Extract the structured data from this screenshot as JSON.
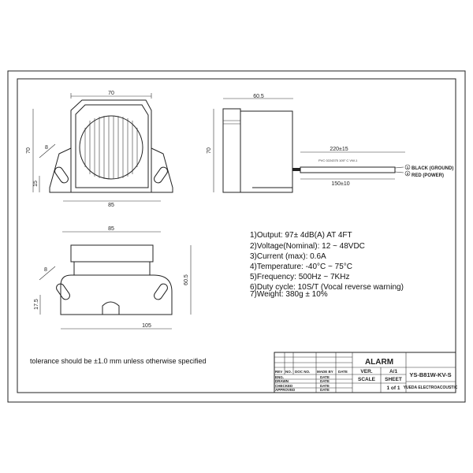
{
  "dimensions": {
    "front_width": "70",
    "front_height": "70",
    "slot_width": "8",
    "slot_offset": "15",
    "front_mount_spacing": "85",
    "side_depth": "60.5",
    "side_height": "70",
    "wire_total_length": "220±15",
    "wire_sheath_length": "150±10",
    "wire_label": "PVC 0224375 105° C VW-1",
    "bottom_mount_spacing": "85",
    "bottom_height": "60.5",
    "bottom_slot_width": "8",
    "bottom_slot_offset": "17.5",
    "bottom_width": "105"
  },
  "wires": [
    {
      "num": "1",
      "label": "BLACK (GROUND)"
    },
    {
      "num": "2",
      "label": "RED (POWER)"
    }
  ],
  "specs": [
    "1)Output: 97± 4dB(A) AT 4FT",
    "2)Voltage(Nominal): 12 ~ 48VDC",
    "3)Current (max): 0.6A",
    "4)Temperature: -40°C ~ 75°C",
    "5)Frequency: 500Hz ~ 7KHz",
    "6)Duty cycle: 10S/T (Vocal reverse warning)",
    "7)Weight: 380g ± 10%"
  ],
  "tolerance_note": "tolerance should be ±1.0 mm unless otherwise specified",
  "title_block": {
    "title": "ALARM",
    "headers": [
      "REV",
      "NO.",
      "DOC NO.",
      "MADE BY",
      "DATE"
    ],
    "row_labels": [
      "ENG.",
      "DRAWN",
      "CHECKED",
      "APPROVED"
    ],
    "date_label": "DATE",
    "ver_label": "VER.",
    "ver_value": "A/1",
    "scale_label": "SCALE",
    "sheet_label": "SHEET",
    "sheet_value": "1 of 1",
    "part_number": "YS-B81W-KV-S",
    "company": "YUEDA ELECTROACOUSTIC"
  }
}
